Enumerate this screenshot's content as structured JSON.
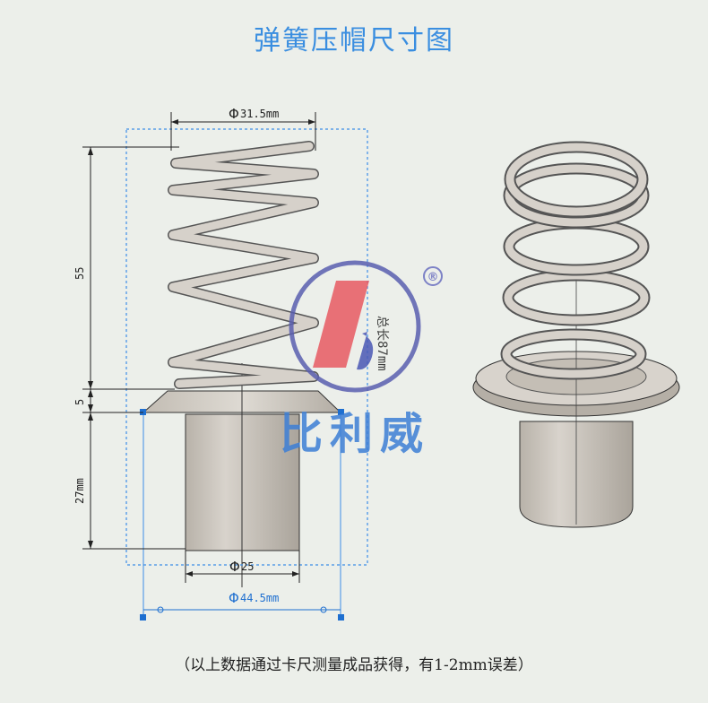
{
  "title": "弹簧压帽尺寸图",
  "footnote": "（以上数据通过卡尺测量成品获得，有1-2mm误差）",
  "dimensions": {
    "top_diameter": "31.5mm",
    "spring_height": "55",
    "flange_height": "5",
    "cap_height": "27mm",
    "cap_diameter": "25",
    "flange_diameter": "44.5mm",
    "total_length": "总长87mm"
  },
  "symbols": {
    "diameter": "Φ"
  },
  "watermark": {
    "brand_text": "比利威",
    "registered_mark": "®",
    "colors": {
      "ring": "#5a5fb0",
      "slash": "#e85a62",
      "text": "#3d7fd6"
    }
  },
  "colors": {
    "title": "#3a8ee0",
    "background": "#ecefea",
    "metal": "#c9c4bd",
    "selection_blue": "#1e6fd0"
  }
}
